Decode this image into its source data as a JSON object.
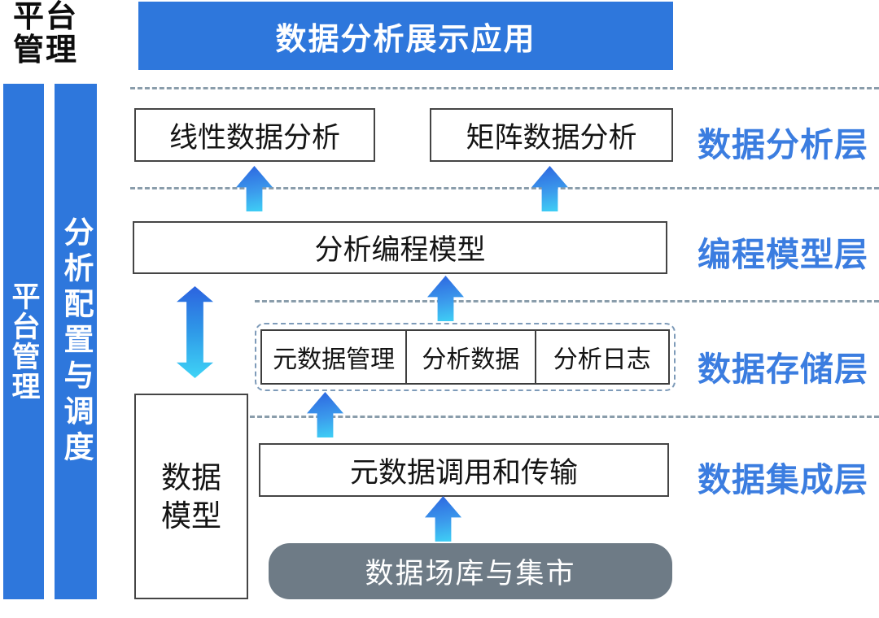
{
  "colors": {
    "blue": "#2e77dc",
    "label-blue": "#3b7de0",
    "gray-box": "#6e7b86",
    "dash": "#8a9dab",
    "storage-dash": "#7e9bb9",
    "border": "#454545",
    "arrow-start": "#2c63df",
    "arrow-end": "#3fd4f6"
  },
  "corner_label": {
    "line1": "平台",
    "line2": "管理"
  },
  "banner": {
    "label": "数据分析展示应用"
  },
  "sidebars": {
    "platform": {
      "label": "平台管理"
    },
    "scheduling": {
      "label": "分析配置与调度"
    }
  },
  "layers": {
    "analysis": {
      "label": "数据分析层",
      "boxes": {
        "linear": "线性数据分析",
        "matrix": "矩阵数据分析"
      }
    },
    "programming": {
      "label": "编程模型层",
      "boxes": {
        "model": "分析编程模型"
      }
    },
    "storage": {
      "label": "数据存储层",
      "cells": [
        "元数据管理",
        "分析数据",
        "分析日志"
      ]
    },
    "integration": {
      "label": "数据集成层",
      "boxes": {
        "transfer": "元数据调用和传输",
        "data_model": {
          "line1": "数据",
          "line2": "模型"
        },
        "warehouse": "数据场库与集市"
      }
    }
  },
  "icons": {
    "up_arrow": "up-arrow-icon",
    "double_arrow": "double-vertical-arrow-icon"
  }
}
